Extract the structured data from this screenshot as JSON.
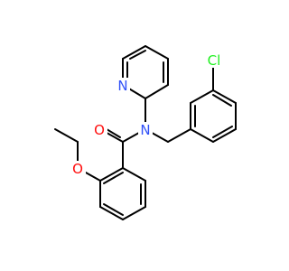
{
  "colors": {
    "background": "#ffffff",
    "bond": "#000000",
    "nitrogen": "#3050f8",
    "oxygen": "#ff0d0d",
    "chlorine": "#1ff01f"
  },
  "atoms": {
    "n_pyridine": "N",
    "n_amide": "N",
    "o_carbonyl": "O",
    "o_ether": "O",
    "cl": "Cl"
  }
}
